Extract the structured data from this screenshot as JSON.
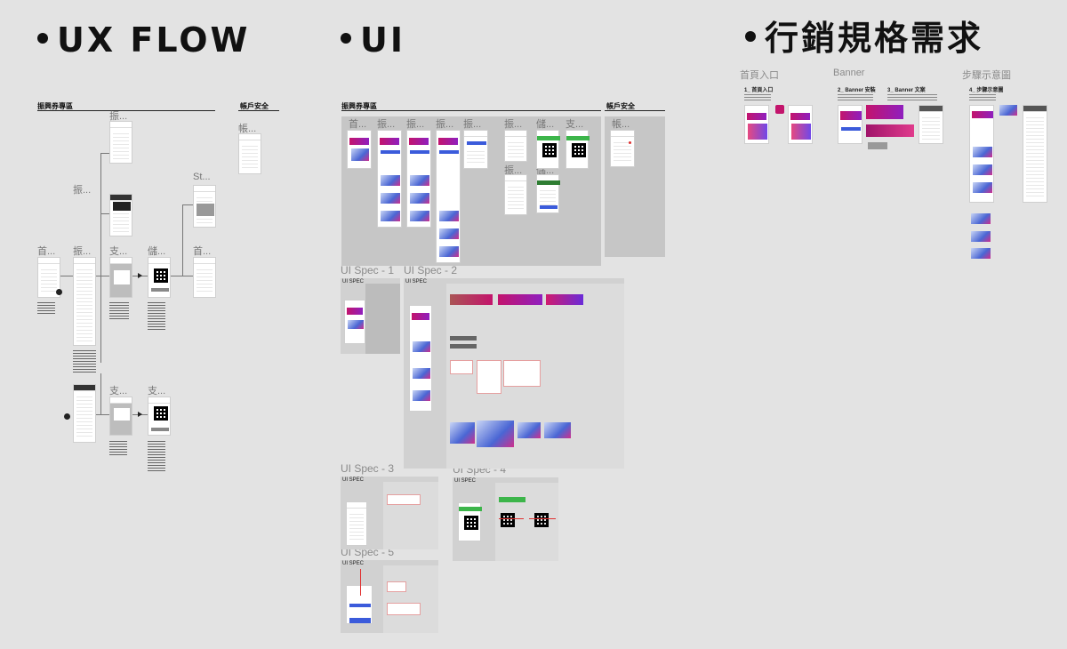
{
  "headings": {
    "ux": "UX FLOW",
    "ui": "UI",
    "marketing": "行銷規格需求"
  },
  "ux_flow": {
    "section_main": "振興券專區",
    "section_account": "帳戶安全",
    "truncated_labels": [
      "振...",
      "帳...",
      "St...",
      "首...",
      "振...",
      "支...",
      "儲...",
      "首...",
      "支...",
      "支...",
      "振..."
    ]
  },
  "ui": {
    "section_main": "振興券專區",
    "section_account": "帳戶安全",
    "spec_frames": [
      "UI Spec - 1",
      "UI Spec - 2",
      "UI Spec - 3",
      "UI Spec - 4",
      "UI Spec - 5"
    ],
    "spec_header": "UI SPEC",
    "screen_labels": [
      "首...",
      "振...",
      "振...",
      "振...",
      "振...",
      "振...",
      "儲...",
      "支...",
      "帳...",
      "振...",
      "儲..."
    ]
  },
  "marketing": {
    "groups": [
      "首頁入口",
      "Banner",
      "步驟示意圖"
    ],
    "cards": [
      "1_ 首頁入口",
      "2_ Banner 安裝",
      "3_ Banner 文案",
      "4_ 步驟示意圖"
    ]
  },
  "colors": {
    "background": "#e3e3e3",
    "accent_magenta": "#c3146c",
    "accent_blue": "#3b5bdb",
    "accent_green": "#3cb54a"
  }
}
